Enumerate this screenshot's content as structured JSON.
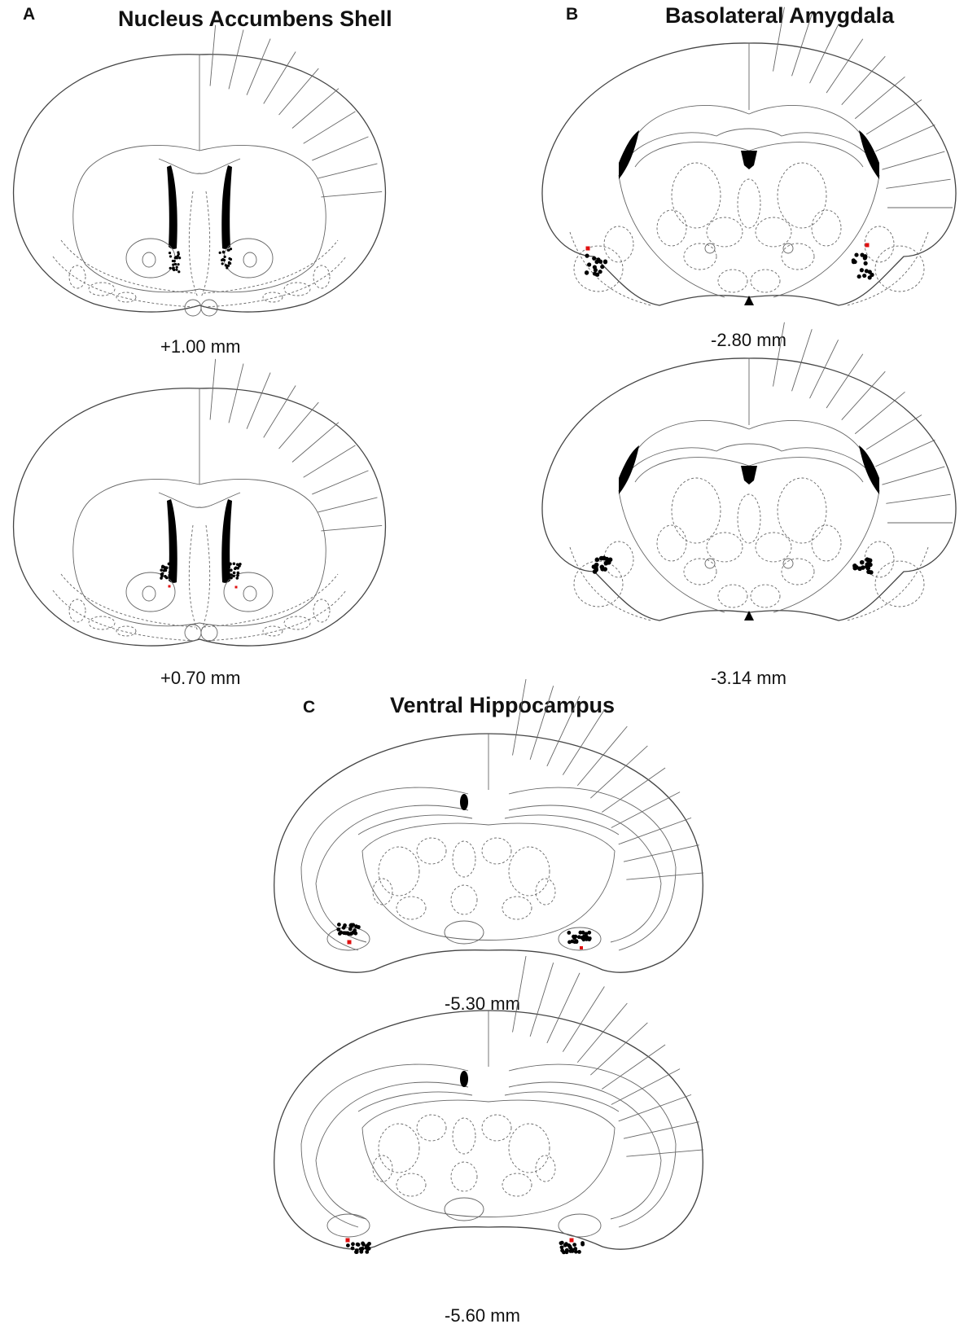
{
  "panels": [
    {
      "letter": "A",
      "title": "Nucleus Accumbens Shell",
      "sections": [
        {
          "coordinate": "+1.00 mm"
        },
        {
          "coordinate": "+0.70 mm"
        }
      ]
    },
    {
      "letter": "B",
      "title": "Basolateral Amygdala",
      "sections": [
        {
          "coordinate": "-2.80 mm"
        },
        {
          "coordinate": "-3.14 mm"
        }
      ]
    },
    {
      "letter": "C",
      "title": "Ventral Hippocampus",
      "sections": [
        {
          "coordinate": "-5.30 mm"
        },
        {
          "coordinate": "-5.60 mm"
        }
      ]
    }
  ],
  "colors": {
    "placement_hit": "#000000",
    "placement_miss": "#e01010",
    "outline": "#444444"
  }
}
